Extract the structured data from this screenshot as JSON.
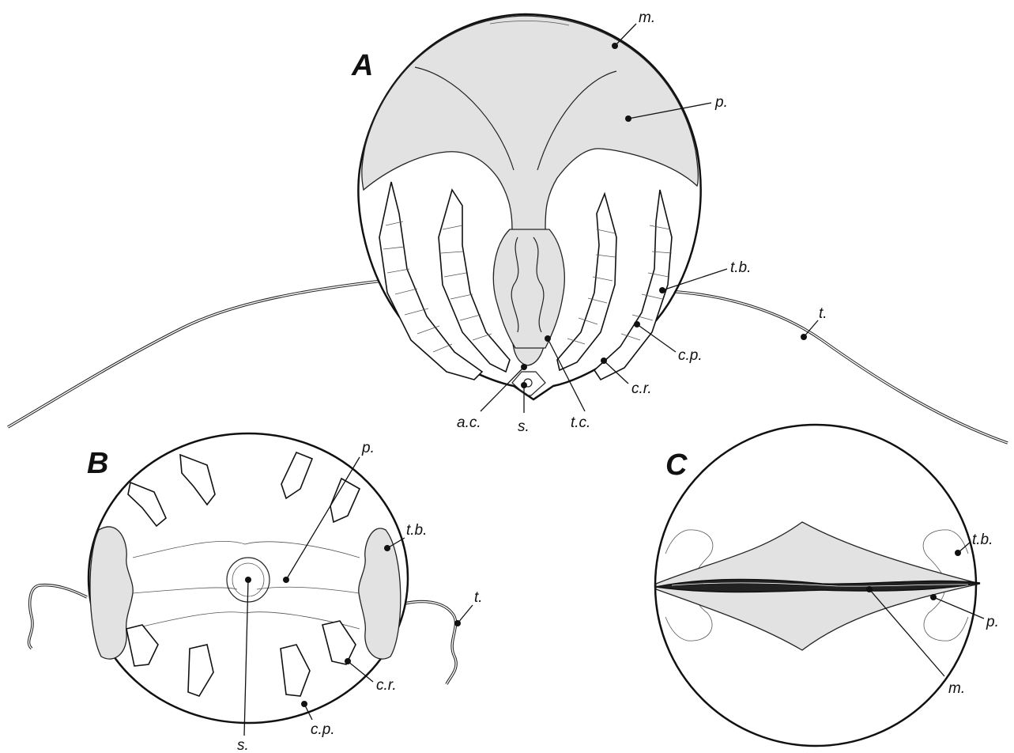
{
  "panels": {
    "A": {
      "letter": "A",
      "labels": {
        "m": "m.",
        "p": "p.",
        "tb": "t.b.",
        "t": "t.",
        "cp": "c.p.",
        "cr": "c.r.",
        "tc": "t.c.",
        "s": "s.",
        "ac": "a.c."
      }
    },
    "B": {
      "letter": "B",
      "labels": {
        "p": "p.",
        "tb": "t.b.",
        "t": "t.",
        "cr": "c.r.",
        "cp": "c.p.",
        "s": "s."
      }
    },
    "C": {
      "letter": "C",
      "labels": {
        "tb": "t.b.",
        "p": "p.",
        "m": "m."
      }
    }
  },
  "colors": {
    "ink": "#111111",
    "shade": "#e2e2e2",
    "background": "#ffffff"
  }
}
